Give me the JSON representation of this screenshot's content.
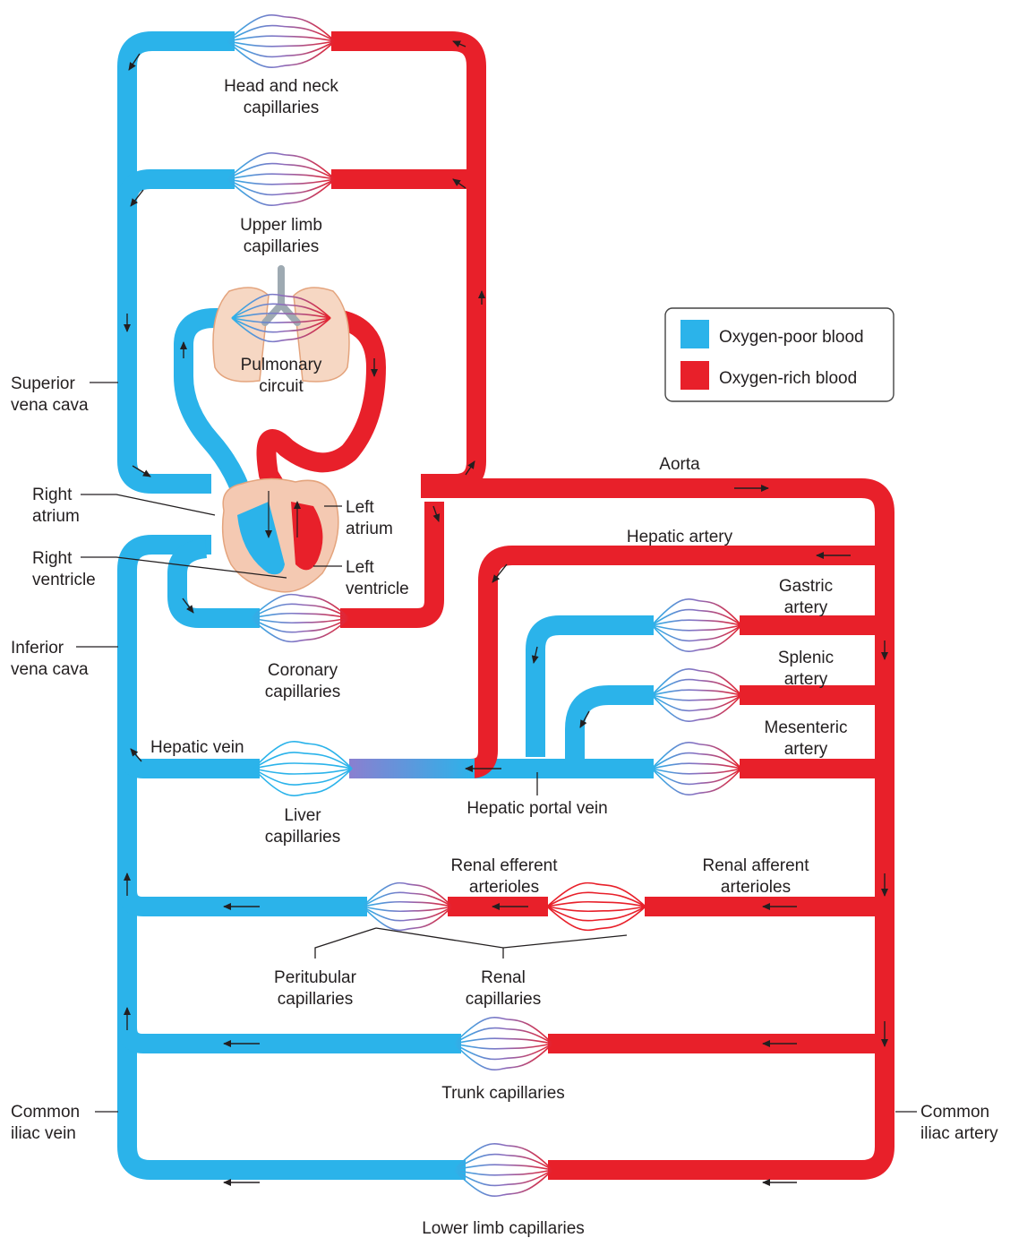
{
  "legend": {
    "items": [
      {
        "label": "Oxygen-poor blood",
        "color": "#2bb3ea"
      },
      {
        "label": "Oxygen-rich blood",
        "color": "#e8202a"
      }
    ]
  },
  "colors": {
    "oxygen_poor": "#2bb3ea",
    "oxygen_rich": "#e8202a",
    "lung": "#f6d7c3",
    "heart": "#f4c9b2"
  },
  "labels": {
    "head_neck": [
      "Head and neck",
      "capillaries"
    ],
    "upper_limb": [
      "Upper limb",
      "capillaries"
    ],
    "pulmonary": [
      "Pulmonary",
      "circuit"
    ],
    "superior_vena_cava": [
      "Superior",
      "vena cava"
    ],
    "right_atrium": [
      "Right",
      "atrium"
    ],
    "right_ventricle": [
      "Right",
      "ventricle"
    ],
    "left_atrium": [
      "Left",
      "atrium"
    ],
    "left_ventricle": [
      "Left",
      "ventricle"
    ],
    "inferior_vena_cava": [
      "Inferior",
      "vena cava"
    ],
    "coronary": [
      "Coronary",
      "capillaries"
    ],
    "aorta": "Aorta",
    "hepatic_artery": "Hepatic artery",
    "gastric_artery": [
      "Gastric",
      "artery"
    ],
    "splenic_artery": [
      "Splenic",
      "artery"
    ],
    "mesenteric_artery": [
      "Mesenteric",
      "artery"
    ],
    "hepatic_vein": "Hepatic vein",
    "liver": [
      "Liver",
      "capillaries"
    ],
    "hepatic_portal_vein": "Hepatic portal vein",
    "renal_efferent": [
      "Renal efferent",
      "arterioles"
    ],
    "renal_afferent": [
      "Renal afferent",
      "arterioles"
    ],
    "peritubular": [
      "Peritubular",
      "capillaries"
    ],
    "renal_capillaries": [
      "Renal",
      "capillaries"
    ],
    "trunk": "Trunk capillaries",
    "common_iliac_vein": [
      "Common",
      "iliac vein"
    ],
    "common_iliac_artery": [
      "Common",
      "iliac artery"
    ],
    "lower_limb": "Lower limb capillaries"
  }
}
